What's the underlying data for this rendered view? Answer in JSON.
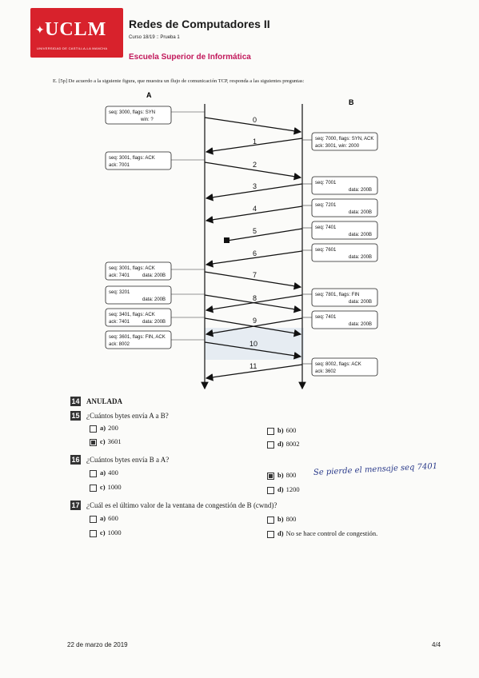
{
  "header": {
    "logo_text": "UCLM",
    "logo_sub": "UNIVERSIDAD DE CASTILLA-LA MANCHA",
    "title": "Redes de Computadores II",
    "subtitle": "Curso 18/19 :: Prueba 1",
    "school": "Escuela Superior de Informática"
  },
  "question": {
    "text": "E. [5p] De acuerdo a la siguiente figura, que muestra un flujo de comunicación TCP, responda a las siguientes preguntas:"
  },
  "diagram": {
    "host_a": "A",
    "host_b": "B",
    "a_boxes": [
      {
        "line1": "seq: 3000, flags: SYN",
        "line2": "win: ?"
      },
      {
        "line1": "seq: 3001, flags: ACK",
        "line2": "ack: 7001"
      },
      {
        "line1": "seq: 3001, flags: ACK",
        "line2a": "ack: 7401",
        "line2b": "data: 200B"
      },
      {
        "line1": "seq: 3201",
        "line2": "data: 200B"
      },
      {
        "line1": "seq: 3401, flags: ACK",
        "line2a": "ack: 7401",
        "line2b": "data: 200B"
      },
      {
        "line1": "seq: 3601, flags: FIN, ACK",
        "line2": "ack: 8002"
      }
    ],
    "b_boxes": [
      {
        "line1": "seq: 7000, flags: SYN, ACK",
        "line2": "ack: 3001, win: 2000"
      },
      {
        "line1": "seq: 7001",
        "line2": "data: 200B"
      },
      {
        "line1": "seq: 7201",
        "line2": "data: 200B"
      },
      {
        "line1": "seq: 7401",
        "line2": "data: 200B"
      },
      {
        "line1": "seq: 7601",
        "line2": "data: 200B"
      },
      {
        "line1": "seq: 7801, flags: FIN",
        "line2": "data: 200B"
      },
      {
        "line1": "seq: 7401",
        "line2": "data: 200B"
      },
      {
        "line1": "seq: 8002, flags: ACK",
        "line2": "ack: 3602"
      }
    ],
    "arrow_labels": [
      "0",
      "1",
      "2",
      "3",
      "4",
      "5",
      "6",
      "7",
      "8",
      "9",
      "10",
      "11"
    ]
  },
  "questions": [
    {
      "num": "14",
      "text": "ANULADA",
      "options": []
    },
    {
      "num": "15",
      "text": "¿Cuántos bytes envía A a B?",
      "options": [
        {
          "label": "a)",
          "text": "200",
          "checked": false
        },
        {
          "label": "c)",
          "text": "3601",
          "checked": false
        },
        {
          "label": "b)",
          "text": "600",
          "checked": true
        },
        {
          "label": "d)",
          "text": "8002",
          "checked": false
        }
      ]
    },
    {
      "num": "16",
      "text": "¿Cuántos bytes envía B a A?",
      "options": [
        {
          "label": "a)",
          "text": "400",
          "checked": false
        },
        {
          "label": "c)",
          "text": "1000",
          "checked": true
        },
        {
          "label": "b)",
          "text": "800",
          "checked": false
        },
        {
          "label": "d)",
          "text": "1200",
          "checked": false
        }
      ]
    },
    {
      "num": "17",
      "text": "¿Cuál es el último valor de la ventana de congestión de B (cwnd)?",
      "options": [
        {
          "label": "a)",
          "text": "600",
          "checked": false
        },
        {
          "label": "c)",
          "text": "1000",
          "checked": false
        },
        {
          "label": "b)",
          "text": "800",
          "checked": false
        },
        {
          "label": "d)",
          "text": "No se hace control de congestión.",
          "checked": false
        }
      ]
    }
  ],
  "handwritten_note": "Se pierde el mensaje seq 7401",
  "footer": {
    "date": "22 de marzo de 2019",
    "page": "4/4"
  },
  "colors": {
    "logo_red": "#d8222c",
    "school_magenta": "#c2185b",
    "ink_blue": "#2a3a8a"
  }
}
